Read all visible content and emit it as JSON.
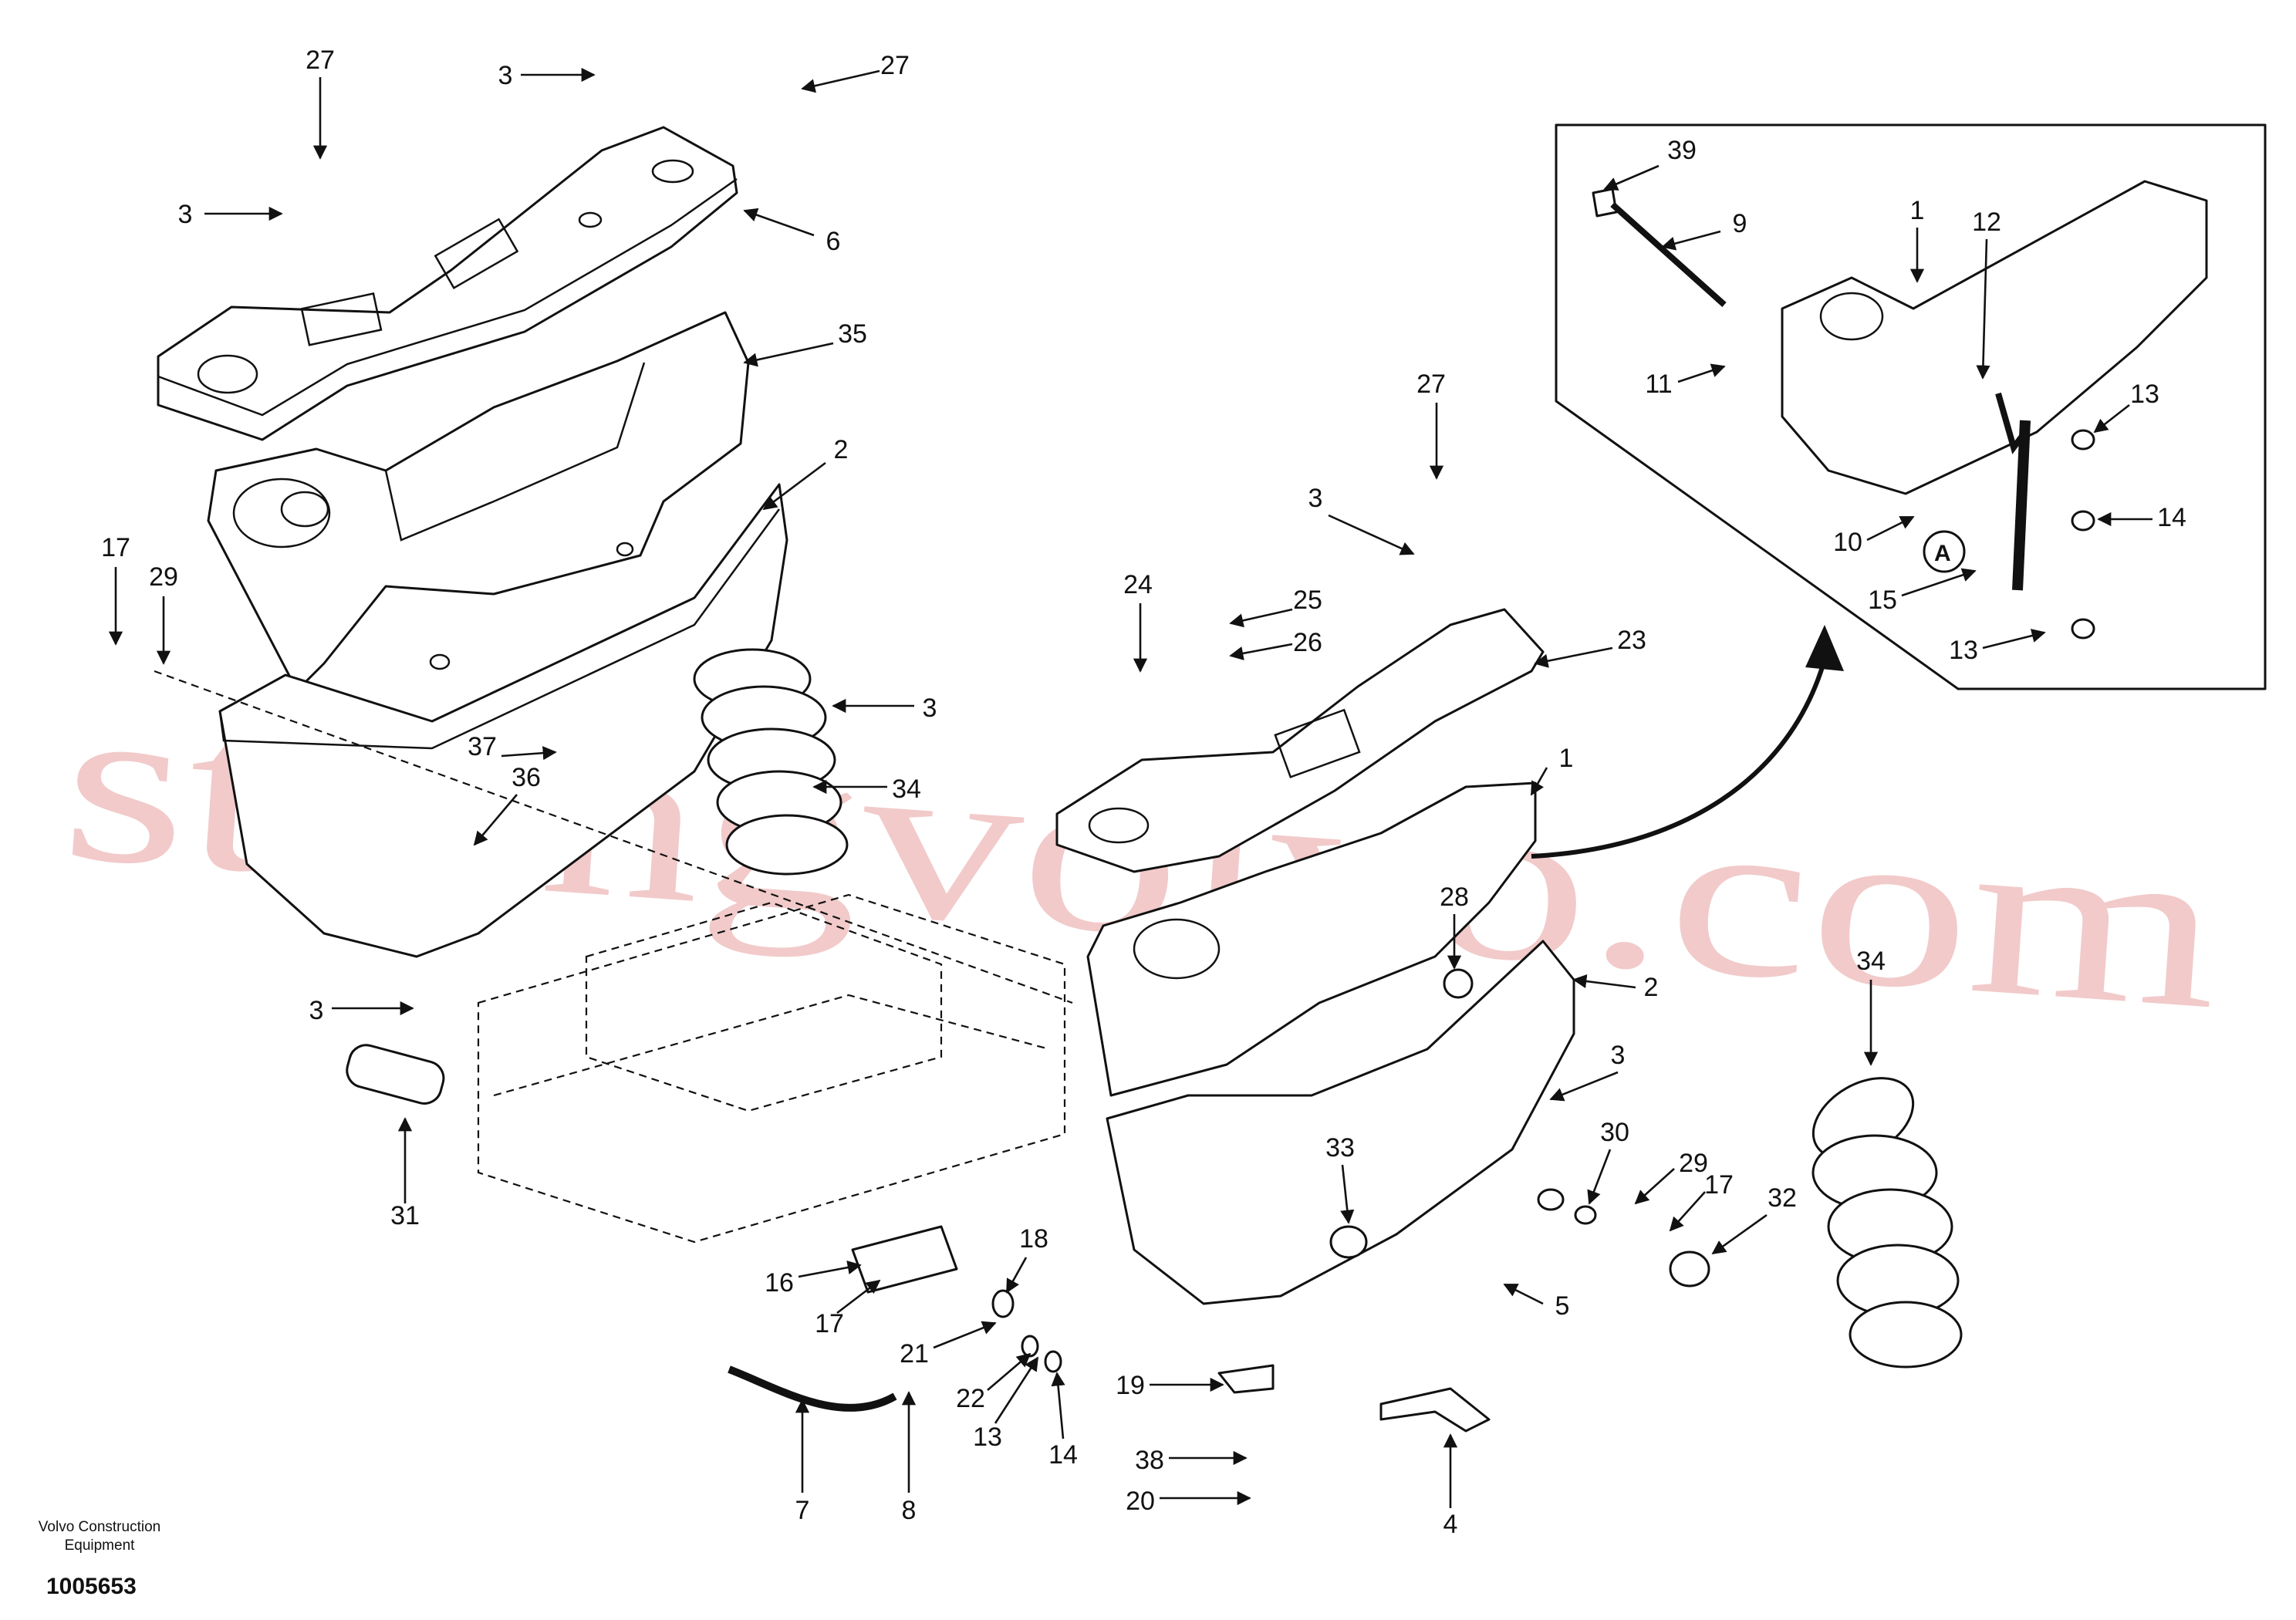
{
  "footer": {
    "company": "Volvo Construction Equipment",
    "doc_number": "1005653"
  },
  "watermark": "strongvolvo.com",
  "detail_view_marker": "A",
  "callouts": [
    {
      "label": "27"
    },
    {
      "label": "3"
    },
    {
      "label": "27"
    },
    {
      "label": "3"
    },
    {
      "label": "6"
    },
    {
      "label": "35"
    },
    {
      "label": "2"
    },
    {
      "label": "17"
    },
    {
      "label": "29"
    },
    {
      "label": "3"
    },
    {
      "label": "37"
    },
    {
      "label": "36"
    },
    {
      "label": "34"
    },
    {
      "label": "3"
    },
    {
      "label": "31"
    },
    {
      "label": "16"
    },
    {
      "label": "17"
    },
    {
      "label": "18"
    },
    {
      "label": "21"
    },
    {
      "label": "22"
    },
    {
      "label": "13"
    },
    {
      "label": "14"
    },
    {
      "label": "7"
    },
    {
      "label": "8"
    },
    {
      "label": "27"
    },
    {
      "label": "3"
    },
    {
      "label": "24"
    },
    {
      "label": "25"
    },
    {
      "label": "26"
    },
    {
      "label": "23"
    },
    {
      "label": "1"
    },
    {
      "label": "28"
    },
    {
      "label": "2"
    },
    {
      "label": "3"
    },
    {
      "label": "33"
    },
    {
      "label": "30"
    },
    {
      "label": "29"
    },
    {
      "label": "17"
    },
    {
      "label": "32"
    },
    {
      "label": "5"
    },
    {
      "label": "19"
    },
    {
      "label": "38"
    },
    {
      "label": "20"
    },
    {
      "label": "4"
    },
    {
      "label": "34"
    },
    {
      "label": "39"
    },
    {
      "label": "9"
    },
    {
      "label": "11"
    },
    {
      "label": "1"
    },
    {
      "label": "12"
    },
    {
      "label": "13"
    },
    {
      "label": "14"
    },
    {
      "label": "10"
    },
    {
      "label": "15"
    },
    {
      "label": "13"
    }
  ]
}
